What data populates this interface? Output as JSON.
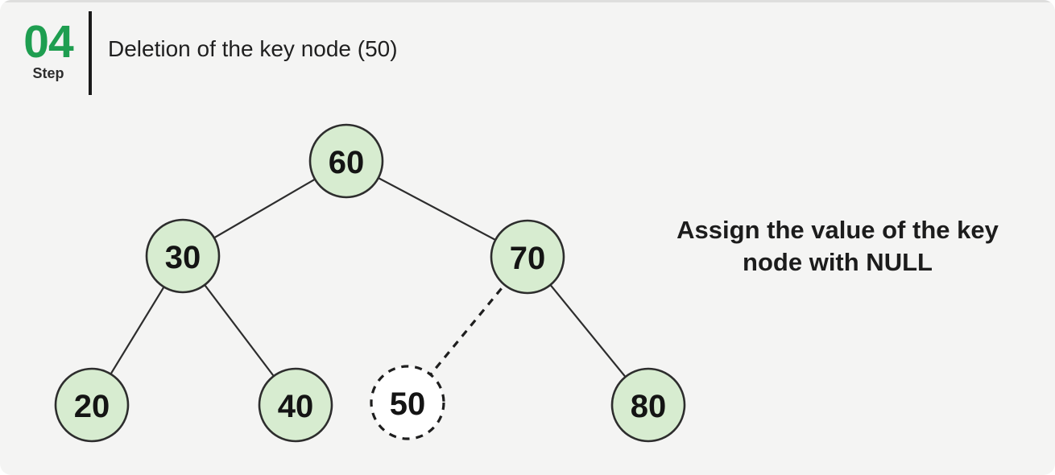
{
  "header": {
    "step_number": "04",
    "step_label": "Step",
    "title": "Deletion of the key node (50)"
  },
  "annotation": {
    "line1": "Assign the value of the key",
    "line2": "node with NULL"
  },
  "colors": {
    "accent_green": "#1e9e50",
    "node_fill": "#d7ecd0",
    "node_stroke": "#2d2d2d",
    "deleted_node_fill": "#ffffff",
    "background": "#f4f4f3",
    "text_dark": "#1f1f1f"
  },
  "tree": {
    "nodes": [
      {
        "id": "60",
        "label": "60",
        "variant": "normal"
      },
      {
        "id": "30",
        "label": "30",
        "variant": "normal"
      },
      {
        "id": "70",
        "label": "70",
        "variant": "normal"
      },
      {
        "id": "20",
        "label": "20",
        "variant": "normal"
      },
      {
        "id": "40",
        "label": "40",
        "variant": "normal"
      },
      {
        "id": "50",
        "label": "50",
        "variant": "deleted"
      },
      {
        "id": "80",
        "label": "80",
        "variant": "normal"
      }
    ],
    "edges": [
      {
        "from": "60",
        "to": "30",
        "style": "solid"
      },
      {
        "from": "60",
        "to": "70",
        "style": "solid"
      },
      {
        "from": "30",
        "to": "20",
        "style": "solid"
      },
      {
        "from": "30",
        "to": "40",
        "style": "solid"
      },
      {
        "from": "70",
        "to": "50",
        "style": "dashed"
      },
      {
        "from": "70",
        "to": "80",
        "style": "solid"
      }
    ]
  }
}
